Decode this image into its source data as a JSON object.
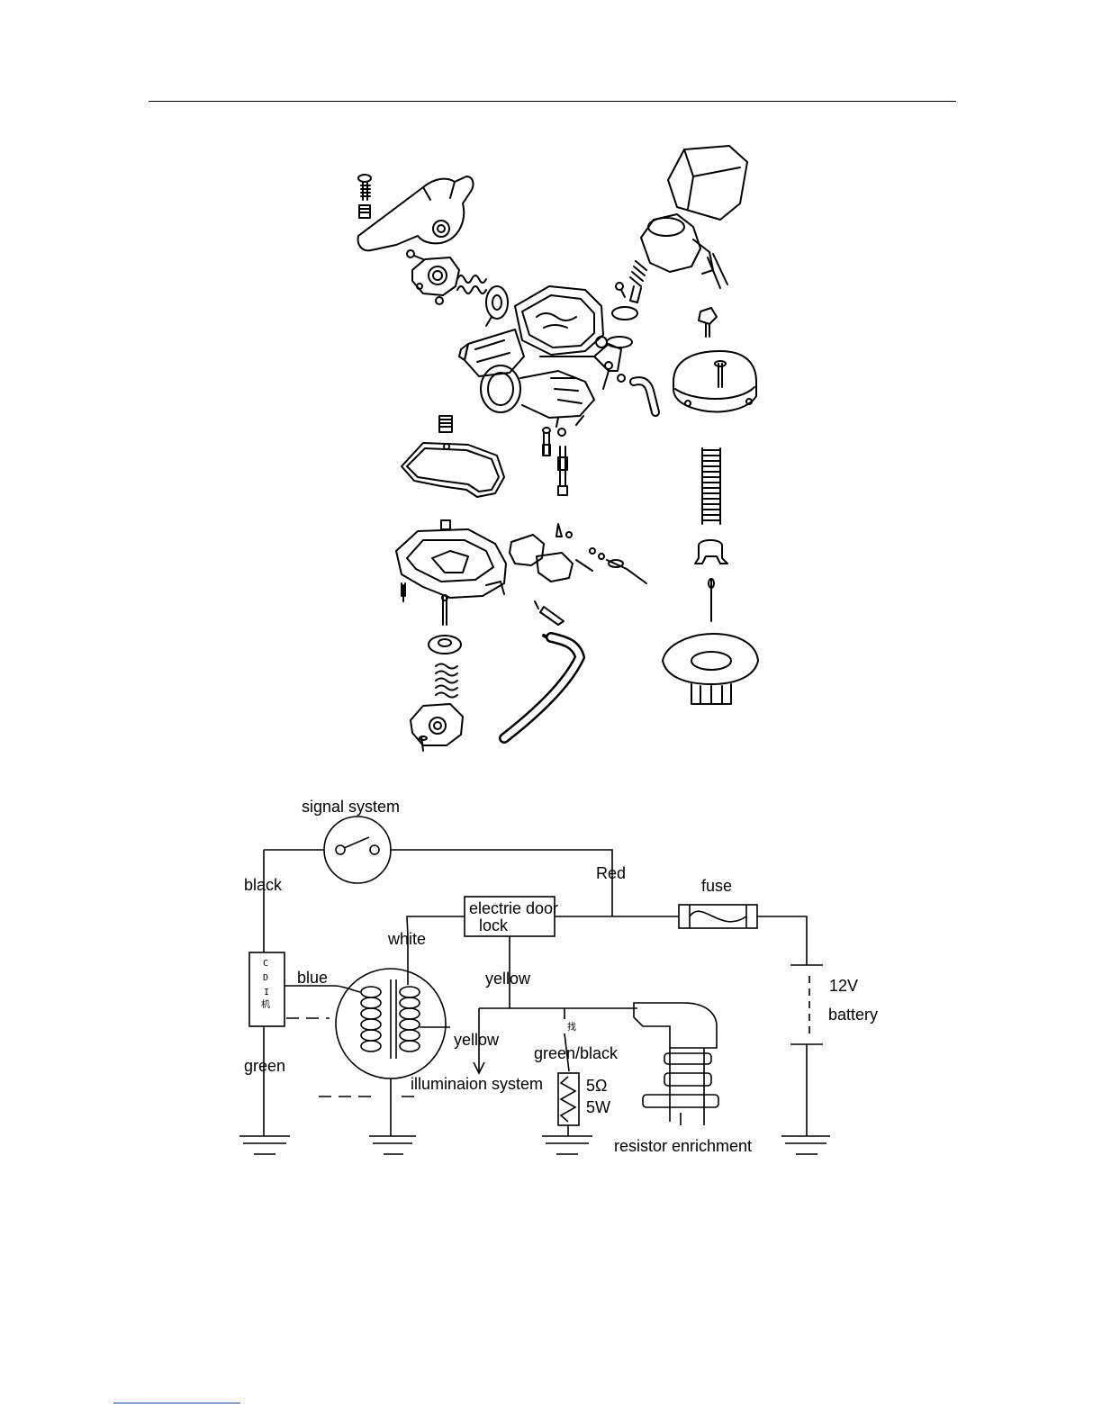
{
  "wiring": {
    "labels": {
      "signal_system": "signal  system",
      "red": "Red",
      "black": "black",
      "fuse": "fuse",
      "door_lock_line1": "electrie  door",
      "door_lock_line2": "lock",
      "white": "white",
      "blue": "blue",
      "yellow_1": "yellow",
      "yellow_2": "yellow",
      "battery_volts": "12V",
      "battery": "battery",
      "green_black": "green/black",
      "green": "green",
      "illumination": "illuminaion  system",
      "resistance": "5Ω",
      "wattage": "5W",
      "resistor_enrichment": "resistor  enrichment",
      "cdi_c": "C",
      "cdi_d": "D",
      "cdi_i": "I",
      "cdi_char": "机",
      "marker_char": "找"
    }
  }
}
